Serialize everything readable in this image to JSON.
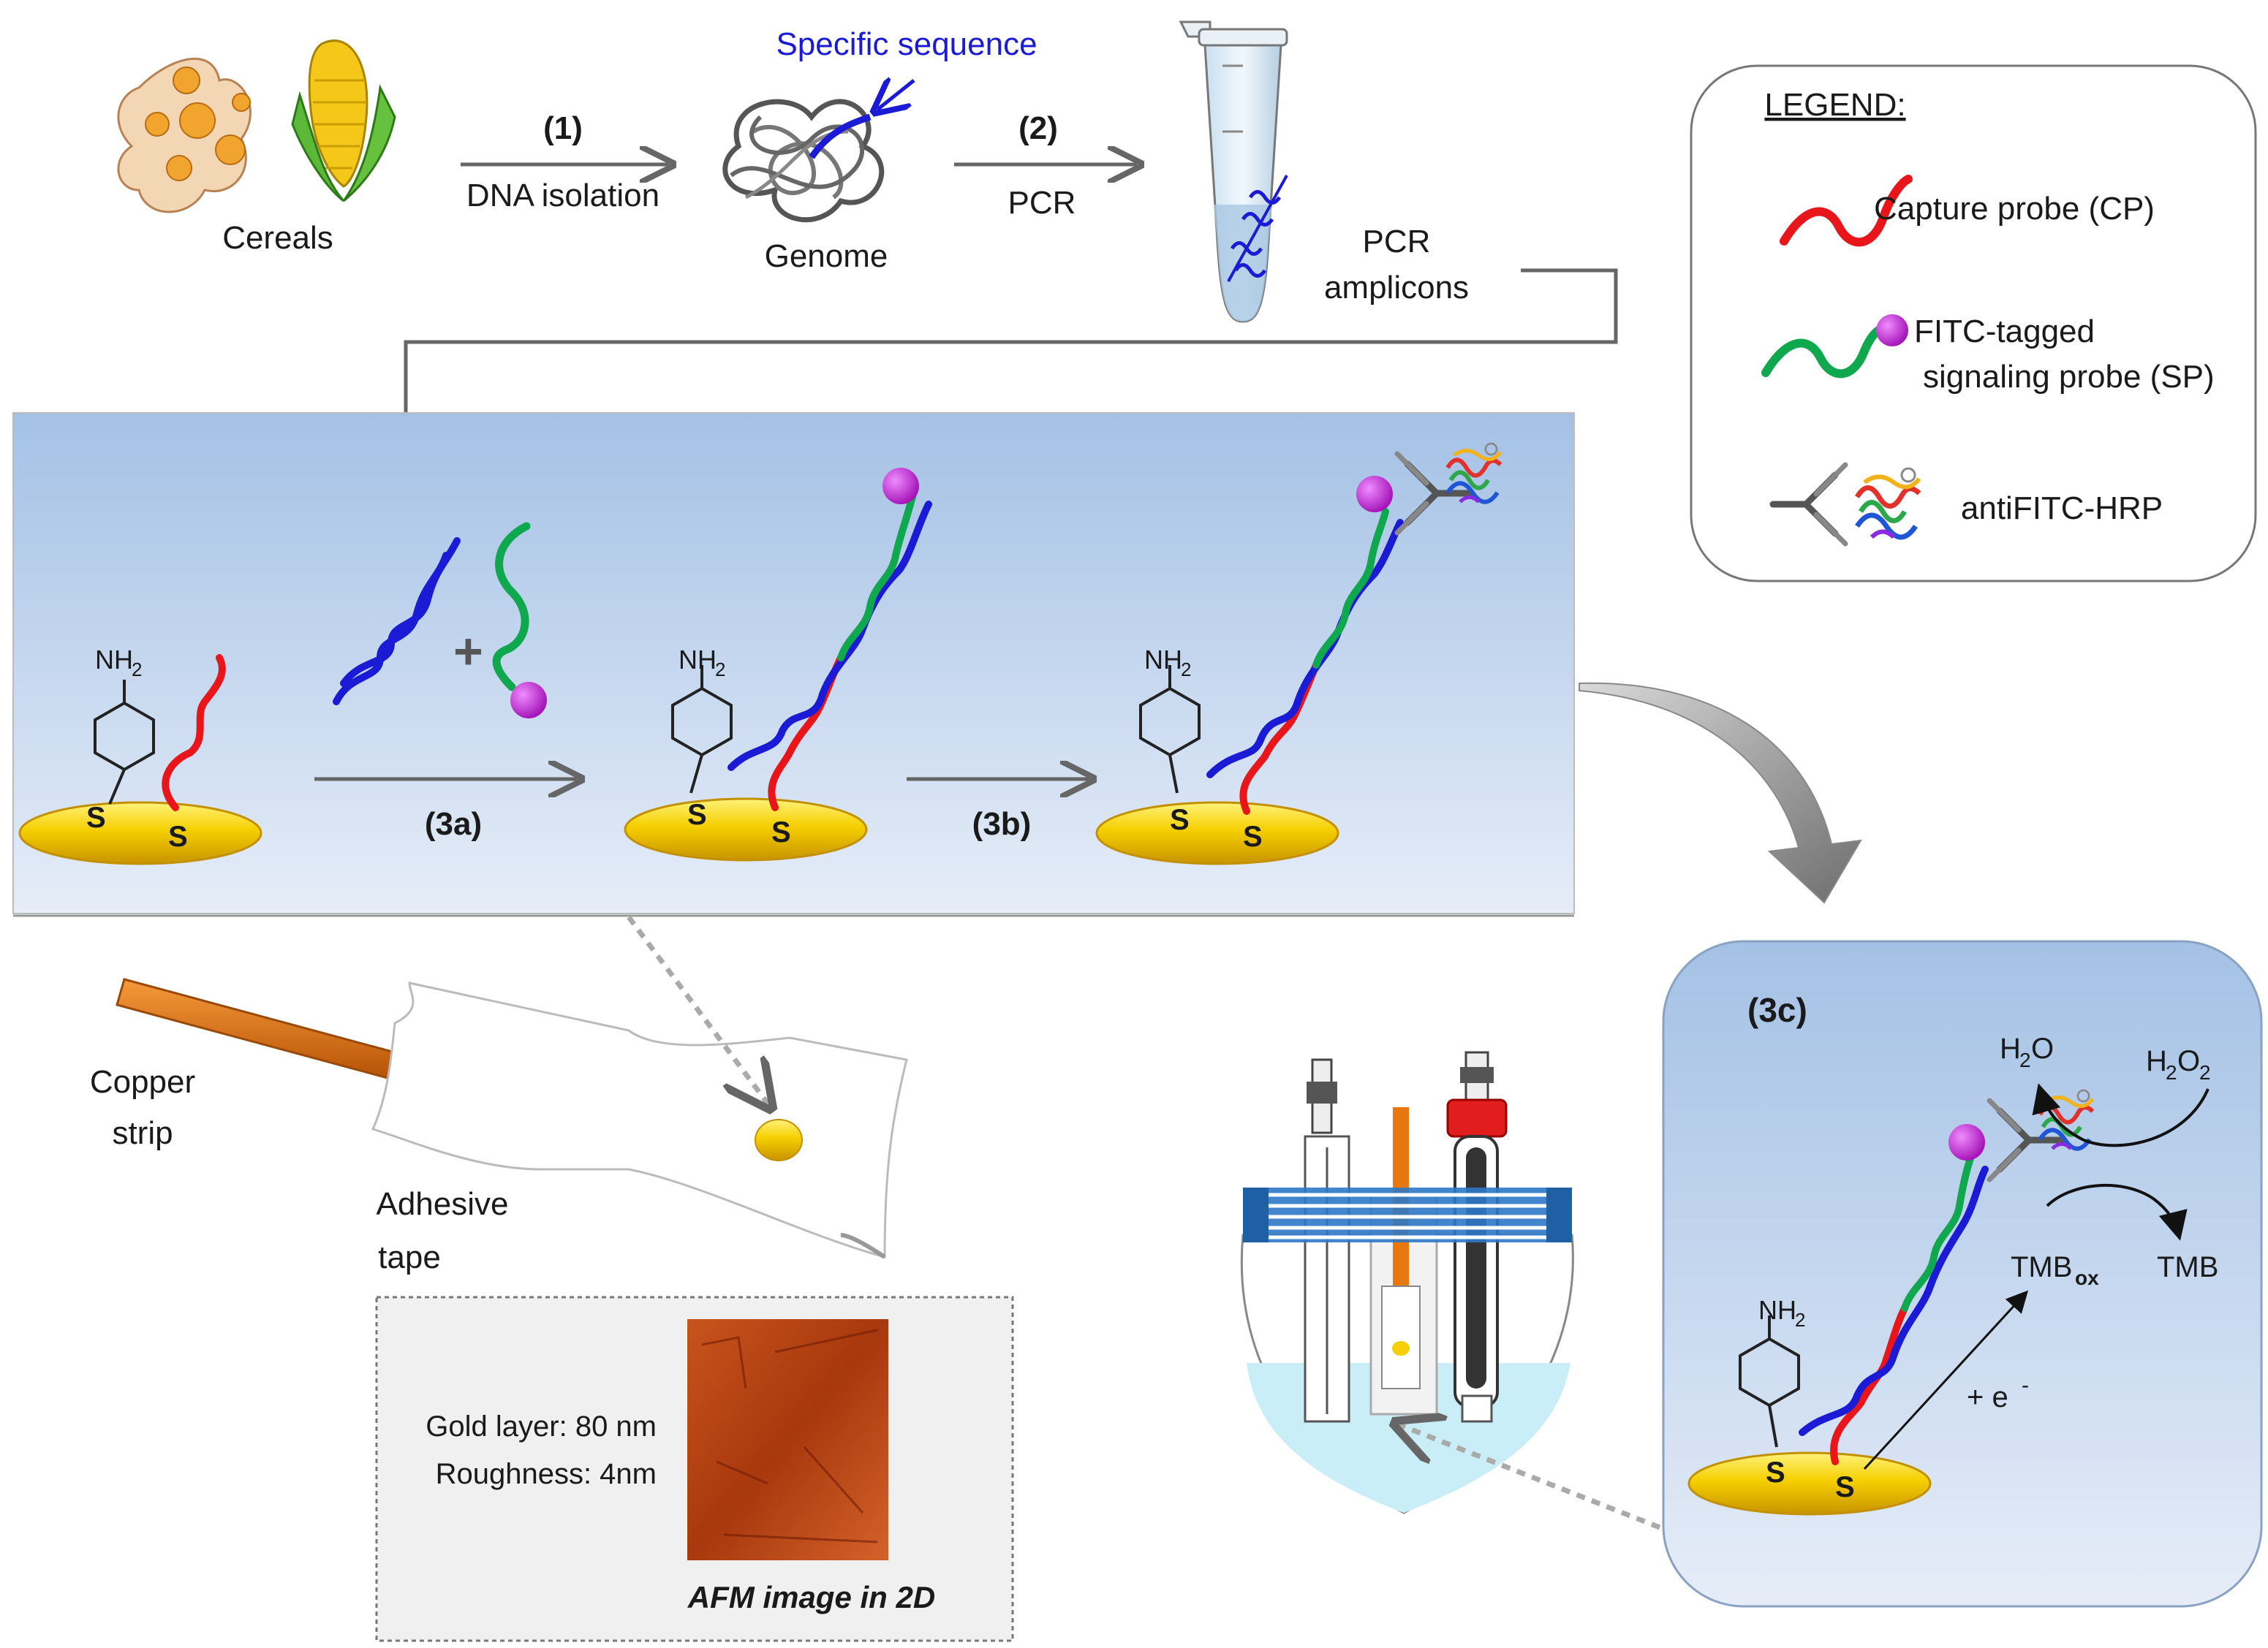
{
  "top_flow": {
    "cereals": "Cereals",
    "step1_num": "(1)",
    "step1_text": "DNA isolation",
    "specific_sequence": "Specific sequence",
    "genome": "Genome",
    "step2_num": "(2)",
    "step2_text": "PCR",
    "amplicons_line1": "PCR",
    "amplicons_line2": "amplicons"
  },
  "legend": {
    "title": "LEGEND:",
    "capture_probe": "Capture probe (CP)",
    "signaling_line1": "FITC-tagged",
    "signaling_line2": "signaling probe (SP)",
    "antibody": "antiFITC-HRP"
  },
  "assay": {
    "nh2": "NH",
    "nh2_sub": "2",
    "sulfur": "S",
    "plus": "+",
    "step3a": "(3a)",
    "step3b": "(3b)"
  },
  "electrode": {
    "copper_line1": "Copper",
    "copper_line2": "strip",
    "tape_line1": "Adhesive",
    "tape_line2": "tape",
    "gold_layer": "Gold layer: 80 nm",
    "roughness": "Roughness:  4nm",
    "afm_caption": "AFM image in 2D"
  },
  "detection": {
    "step3c": "(3c)",
    "h2o": "H",
    "h2o_sub": "2",
    "h2o_end": "O",
    "h2o2": "H",
    "h2o2_sub1": "2",
    "h2o2_mid": "O",
    "h2o2_sub2": "2",
    "tmb_ox": "TMB",
    "tmb_ox_sub": "ox",
    "tmb": "TMB",
    "electron": "+ e",
    "electron_sup": "-"
  },
  "colors": {
    "capture_probe": "#e8161b",
    "signaling_probe": "#10a84e",
    "amplicon": "#1b1bd6",
    "fitc": "#b512c9",
    "gold": "#f2c400",
    "copper": "#e8780e",
    "panel_top": "#a7c3e6",
    "panel_bottom": "#e4ecf7"
  }
}
